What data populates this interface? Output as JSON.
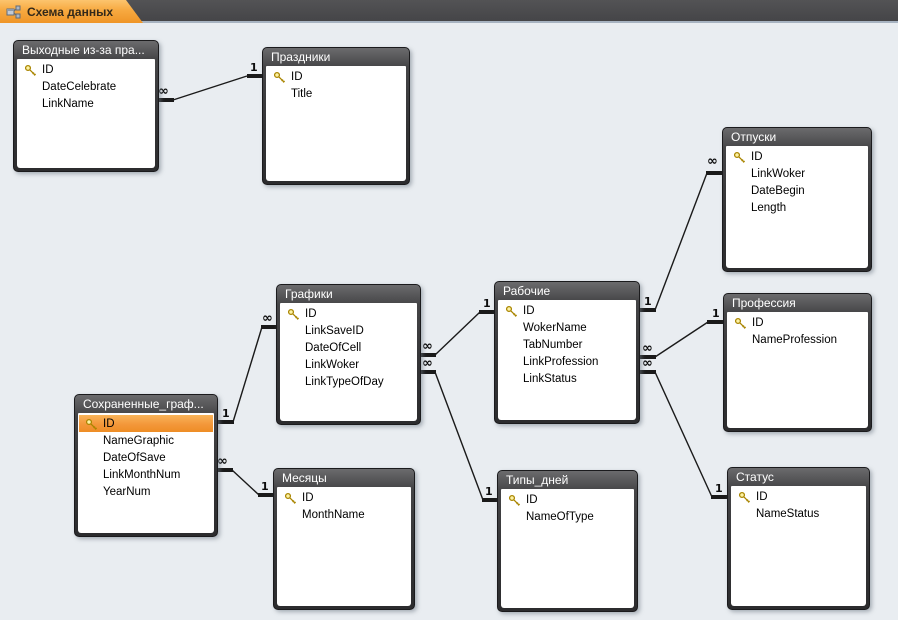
{
  "window": {
    "tab_label": "Схема данных"
  },
  "colors": {
    "canvas_bg": "#e9edf1",
    "tab_orange": "#f7a940",
    "tabbar_dark": "#4a4a4c",
    "table_header_dark": "#353537",
    "selected_row_orange": "#f3973a",
    "key_gold": "#a98500",
    "line_black": "#1a1a1a"
  },
  "tables": [
    {
      "title": "Выходные из-за пра...",
      "fields": [
        {
          "name": "ID",
          "key": true
        },
        {
          "name": "DateCelebrate"
        },
        {
          "name": "LinkName"
        }
      ]
    },
    {
      "title": "Праздники",
      "fields": [
        {
          "name": "ID",
          "key": true
        },
        {
          "name": "Title"
        }
      ]
    },
    {
      "title": "Отпуски",
      "fields": [
        {
          "name": "ID",
          "key": true
        },
        {
          "name": "LinkWoker"
        },
        {
          "name": "DateBegin"
        },
        {
          "name": "Length"
        }
      ]
    },
    {
      "title": "Графики",
      "fields": [
        {
          "name": "ID",
          "key": true
        },
        {
          "name": "LinkSaveID"
        },
        {
          "name": "DateOfCell"
        },
        {
          "name": "LinkWoker"
        },
        {
          "name": "LinkTypeOfDay"
        }
      ]
    },
    {
      "title": "Рабочие",
      "fields": [
        {
          "name": "ID",
          "key": true
        },
        {
          "name": "WokerName"
        },
        {
          "name": "TabNumber"
        },
        {
          "name": "LinkProfession"
        },
        {
          "name": "LinkStatus"
        }
      ]
    },
    {
      "title": "Профессия",
      "fields": [
        {
          "name": "ID",
          "key": true
        },
        {
          "name": "NameProfession"
        }
      ]
    },
    {
      "title": "Сохраненные_граф...",
      "fields": [
        {
          "name": "ID",
          "key": true,
          "selected": true
        },
        {
          "name": "NameGraphic"
        },
        {
          "name": "DateOfSave"
        },
        {
          "name": "LinkMonthNum"
        },
        {
          "name": "YearNum"
        }
      ]
    },
    {
      "title": "Месяцы",
      "fields": [
        {
          "name": "ID",
          "key": true
        },
        {
          "name": "MonthName"
        }
      ]
    },
    {
      "title": "Типы_дней",
      "fields": [
        {
          "name": "ID",
          "key": true
        },
        {
          "name": "NameOfType"
        }
      ]
    },
    {
      "title": "Статус",
      "fields": [
        {
          "name": "ID",
          "key": true
        },
        {
          "name": "NameStatus"
        }
      ]
    }
  ],
  "relationships": [
    {
      "from": "Выходные из-за пра...",
      "from_card": "∞",
      "to": "Праздники",
      "to_card": "1"
    },
    {
      "from": "Сохраненные_граф...",
      "from_card": "1",
      "to": "Графики",
      "to_card": "∞"
    },
    {
      "from": "Сохраненные_граф...",
      "from_card": "∞",
      "to": "Месяцы",
      "to_card": "1"
    },
    {
      "from": "Графики",
      "from_card": "∞",
      "to": "Рабочие",
      "to_card": "1"
    },
    {
      "from": "Графики",
      "from_card": "∞",
      "to": "Типы_дней",
      "to_card": "1"
    },
    {
      "from": "Рабочие",
      "from_card": "1",
      "to": "Отпуски",
      "to_card": "∞"
    },
    {
      "from": "Рабочие",
      "from_card": "∞",
      "to": "Профессия",
      "to_card": "1"
    },
    {
      "from": "Рабочие",
      "from_card": "∞",
      "to": "Статус",
      "to_card": "1"
    }
  ]
}
